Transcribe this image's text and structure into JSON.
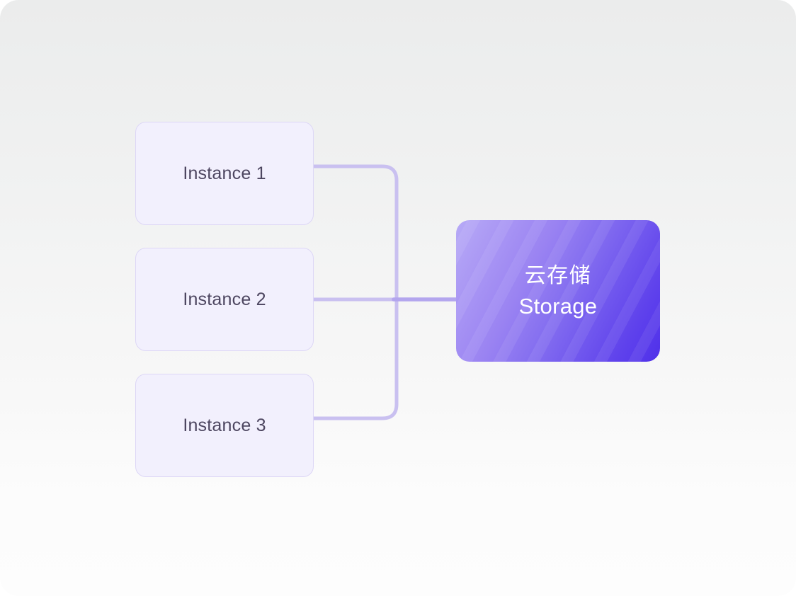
{
  "diagram": {
    "title": "Instances to Cloud Storage connection diagram",
    "background": {
      "top_color": "#ebecec",
      "bottom_color": "#fdfdfd",
      "corner_radius": "26px"
    },
    "instances": [
      {
        "id": "instance-1",
        "label": "Instance 1"
      },
      {
        "id": "instance-2",
        "label": "Instance 2"
      },
      {
        "id": "instance-3",
        "label": "Instance 3"
      }
    ],
    "instance_style": {
      "fill": "#f2f0fd",
      "border": "#ddd7f6",
      "text_color": "#4d4660"
    },
    "storage": {
      "id": "cloud-storage",
      "label_cn": "云存储",
      "label_en": "Storage",
      "text_color": "#ffffff",
      "gradient_from": "#b7aaf6",
      "gradient_to": "#4f30ea"
    },
    "connectors": {
      "color": "#c9c0f0",
      "color_trunk": "#b3a6ee",
      "stroke_width": 5,
      "corner_radius": 20
    }
  }
}
